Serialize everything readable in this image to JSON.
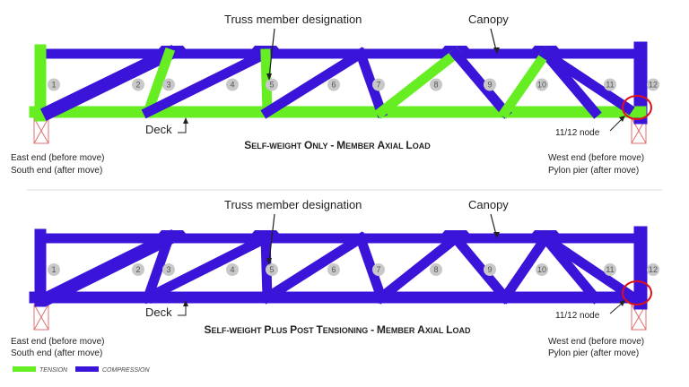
{
  "colors": {
    "tension": "#66ee22",
    "compression": "#3a14d8",
    "pier": "#e04040",
    "highlight": "#e0101a"
  },
  "labels": {
    "truss_member_designation": "Truss member designation",
    "canopy": "Canopy",
    "deck": "Deck",
    "east_end": "East end (before move)",
    "south_end": "South end (after move)",
    "west_end": "West end (before move)",
    "pylon_pier": "Pylon pier (after move)",
    "node": "11/12 node"
  },
  "panels": [
    {
      "title": "Self-weight only - member axial load",
      "members": {
        "bottom_chord": "tension",
        "end_left": "tension",
        "diagonals": [
          "compression",
          "tension",
          "compression",
          "tension",
          "compression",
          "compression",
          "tension",
          "compression",
          "compression",
          "tension"
        ]
      }
    },
    {
      "title": "Self-weight plus post tensioning - member axial load",
      "members": {
        "bottom_chord": "compression",
        "end_left": "compression",
        "diagonals": [
          "compression",
          "compression",
          "compression",
          "compression",
          "compression",
          "compression",
          "compression",
          "compression",
          "compression",
          "compression"
        ]
      }
    }
  ],
  "member_numbers": [
    "1",
    "2",
    "3",
    "4",
    "5",
    "6",
    "7",
    "8",
    "9",
    "10",
    "11",
    "12"
  ],
  "legend": [
    {
      "key": "tension",
      "label": "TENSION"
    },
    {
      "key": "compression",
      "label": "COMPRESSION"
    }
  ]
}
